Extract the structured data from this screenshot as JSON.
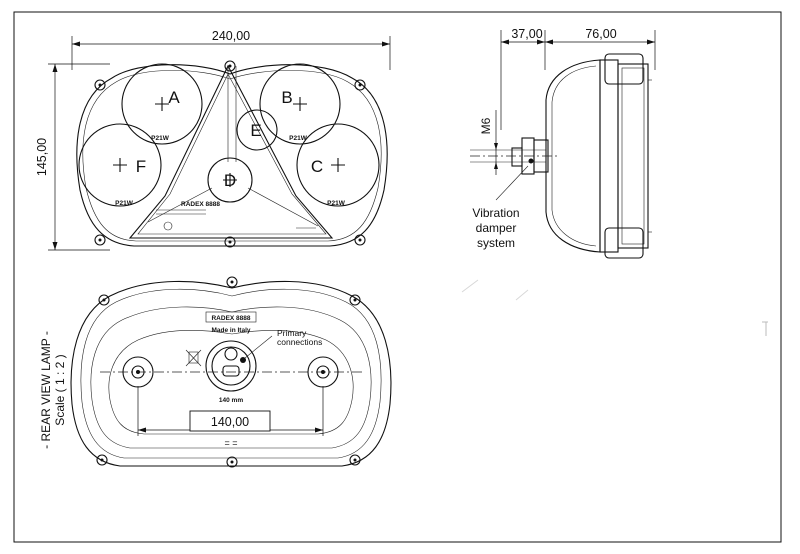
{
  "drawing": {
    "front_view": {
      "dim_width": "240,00",
      "dim_height": "145,00",
      "chambers": [
        "A",
        "B",
        "C",
        "D",
        "E",
        "F"
      ],
      "bulb_labels": [
        "P21W",
        "P21W",
        "P21W",
        "P21W"
      ],
      "brand": "RADEX 8888"
    },
    "side_view": {
      "dim_depth_1": "37,00",
      "dim_depth_2": "76,00",
      "thread": "M6",
      "callout": [
        "Vibration",
        "damper",
        "system"
      ]
    },
    "rear_view": {
      "title": "- REAR VIEW LAMP -",
      "scale": "Scale   ( 1 : 2 )",
      "brand": "RADEX 8888",
      "made_in": "Made in Italy",
      "connections": [
        "Primary",
        "connections"
      ],
      "spacing_small": "140 mm",
      "dim_spacing": "140,00",
      "equal_marks": "= ="
    }
  }
}
